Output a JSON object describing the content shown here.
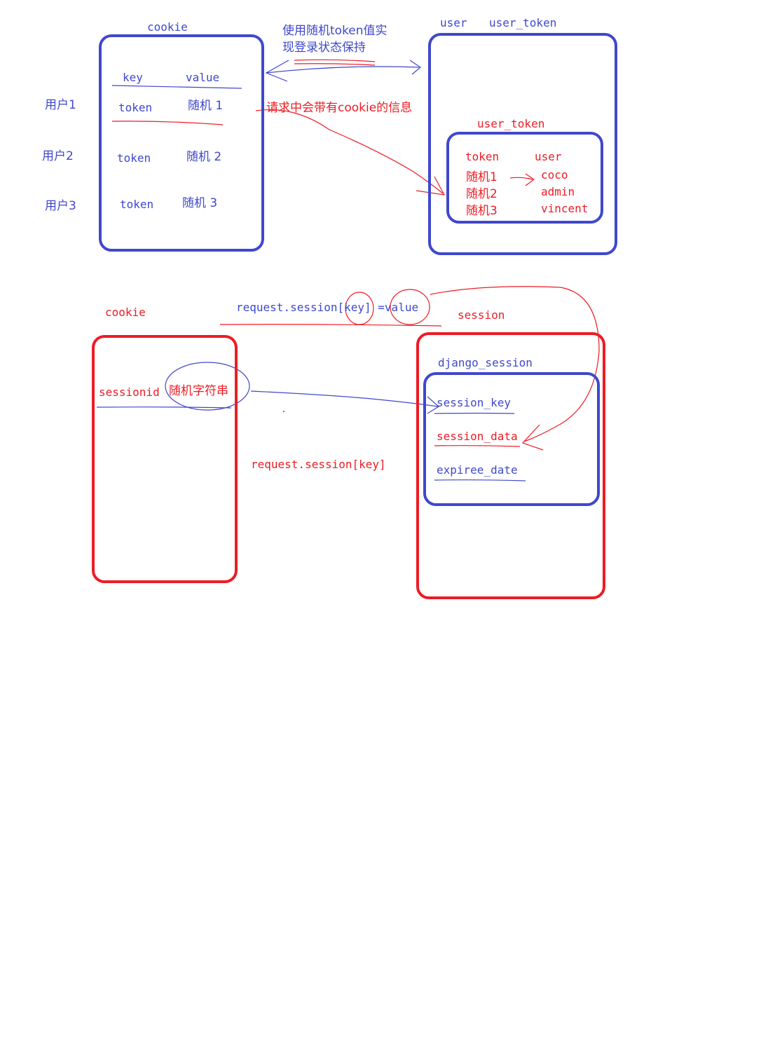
{
  "colors": {
    "blue": "#3f48cc",
    "red": "#ed1c24"
  },
  "top": {
    "cookie_title": "cookie",
    "user_title": "user",
    "user_token_title": "user_token",
    "header_key": "key",
    "header_value": "value",
    "rows": [
      {
        "user": "用户1",
        "token": "token",
        "value": "随机 1"
      },
      {
        "user": "用户2",
        "token": "token",
        "value": "随机 2"
      },
      {
        "user": "用户3",
        "token": "token",
        "value": "随机 3"
      }
    ],
    "note_line1": "使用随机token值实",
    "note_line2": "现登录状态保持",
    "request_note": "请求中会带有cookie的信息",
    "inner_title": "user_token",
    "inner_header_token": "token",
    "inner_header_user": "user",
    "inner_tokens": [
      "随机1",
      "随机2",
      "随机3"
    ],
    "inner_users": [
      "coco",
      "admin",
      "vincent"
    ]
  },
  "bottom": {
    "cookie_title": "cookie",
    "assign_expr": "request.session[key] =value",
    "session_title": "session",
    "sessionid_label": "sessionid",
    "sessionid_value": "随机字符串",
    "django_session_title": "django_session",
    "fields": [
      "session_key",
      "session_data",
      "expiree_date"
    ],
    "read_expr": "request.session[key]"
  }
}
